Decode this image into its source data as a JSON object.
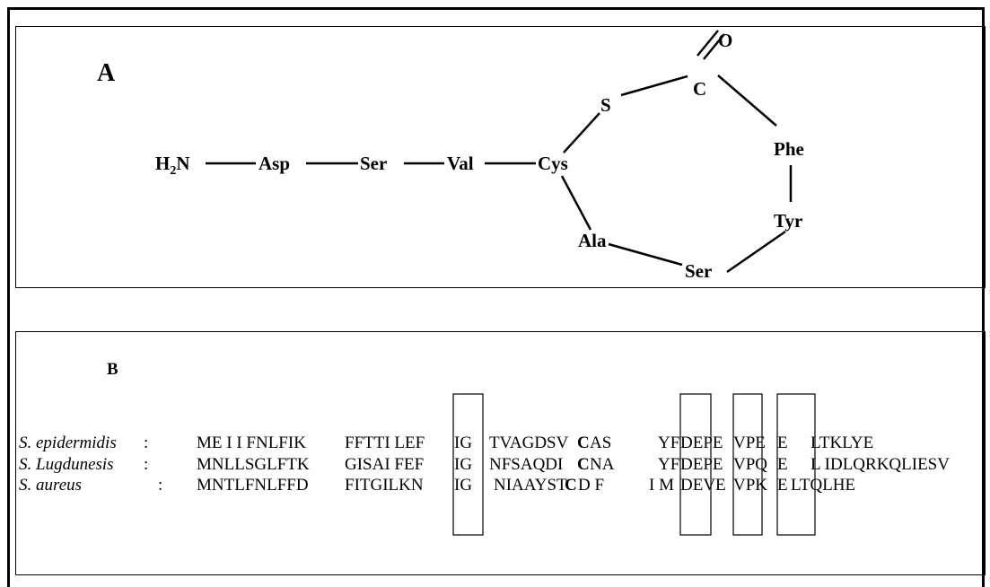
{
  "panelA": {
    "label": "A",
    "chain": {
      "h2n_main": "H",
      "h2n_sub": "2",
      "h2n_end": "N",
      "asp": "Asp",
      "ser1": "Ser",
      "val": "Val",
      "cys": "Cys"
    },
    "ring": {
      "s": "S",
      "c": "C",
      "o": "O",
      "phe": "Phe",
      "tyr": "Tyr",
      "ser2": "Ser",
      "ala": "Ala"
    }
  },
  "panelB": {
    "label": "B",
    "rows": [
      {
        "species": "S. epidermidis",
        "colon": ":",
        "segments": [
          "ME I I FNLFIK",
          "FFTTI LEF",
          "IG",
          "TVAGDSV",
          "C",
          "AS",
          "YF",
          "DEPE",
          "VPE",
          "E",
          "LTKLYE"
        ]
      },
      {
        "species": "S. Lugdunesis",
        "colon": ":",
        "segments": [
          "MNLLSGLFTK",
          "GISAI FEF",
          "IG",
          "NFSAQDI",
          "C",
          "NA",
          "YF",
          "DEPE",
          "VPQ",
          "E",
          "L IDLQRKQLIESV"
        ]
      },
      {
        "species": "S. aureus",
        "colon": ":",
        "segments": [
          "MNTLFNLFFD",
          "FITGILKN",
          "IG",
          "NIAAYST",
          "C",
          "D F",
          "I M",
          "DEVE",
          "VPK",
          "E",
          "LTQLHE"
        ]
      }
    ]
  }
}
